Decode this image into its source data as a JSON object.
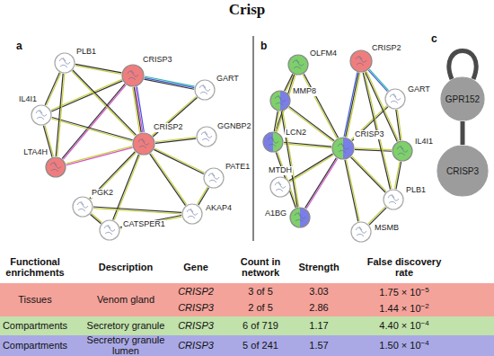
{
  "diagram": {
    "title": "Crisp",
    "nodes": [
      {
        "text": [
          "PLB1"
        ]
      },
      {
        "text": [
          "CRISP3"
        ]
      },
      {
        "text": [
          "GART"
        ]
      },
      {
        "text": [
          "IL4I1"
        ]
      },
      {
        "text": [
          "GGNBP2"
        ]
      },
      {
        "text": [
          "CRISP2"
        ]
      },
      {
        "text": [
          "LTA4H"
        ]
      },
      {
        "text": [
          "PATE1"
        ]
      },
      {
        "text": [
          "PGK2"
        ]
      },
      {
        "text": [
          "AKAP4"
        ]
      },
      {
        "text": [
          "CATSPER1"
        ]
      },
      {
        "text": [
          "OLFM4"
        ]
      },
      {
        "text": [
          "CRISP2"
        ]
      },
      {
        "text": [
          "MMP8"
        ]
      },
      {
        "text": [
          "GART"
        ]
      },
      {
        "text": [
          "LCN2"
        ]
      },
      {
        "text": [
          "CRISP3"
        ]
      },
      {
        "text": [
          "IL4I1"
        ]
      },
      {
        "text": [
          "MTDH"
        ]
      },
      {
        "text": [
          "PLB1"
        ]
      },
      {
        "text": [
          "A1BG"
        ]
      },
      {
        "text": [
          "MSMB"
        ]
      },
      {
        "text": [
          "GPR152"
        ]
      },
      {
        "text": [
          "CRISP3"
        ]
      }
    ],
    "edges": [
      {
        "from": 1,
        "to": 0,
        "arrow": "none"
      },
      {
        "from": 1,
        "to": 3,
        "arrow": "none"
      },
      {
        "from": 1,
        "to": 6,
        "arrow": "none"
      },
      {
        "from": 1,
        "to": 5,
        "arrow": "none"
      },
      {
        "from": 1,
        "to": 2,
        "arrow": "none"
      },
      {
        "from": 5,
        "to": 0,
        "arrow": "none"
      },
      {
        "from": 5,
        "to": 3,
        "arrow": "none"
      },
      {
        "from": 5,
        "to": 6,
        "arrow": "none"
      },
      {
        "from": 5,
        "to": 2,
        "arrow": "none"
      },
      {
        "from": 5,
        "to": 4,
        "arrow": "none"
      },
      {
        "from": 5,
        "to": 7,
        "arrow": "none"
      },
      {
        "from": 5,
        "to": 9,
        "arrow": "none"
      },
      {
        "from": 5,
        "to": 8,
        "arrow": "none"
      },
      {
        "from": 5,
        "to": 10,
        "arrow": "none"
      },
      {
        "from": 9,
        "to": 10,
        "arrow": "none"
      },
      {
        "from": 9,
        "to": 7,
        "arrow": "none"
      },
      {
        "from": 9,
        "to": 8,
        "arrow": "none"
      },
      {
        "from": 8,
        "to": 10,
        "arrow": "none"
      },
      {
        "from": 0,
        "to": 3,
        "arrow": "none"
      },
      {
        "from": 3,
        "to": 6,
        "arrow": "none"
      },
      {
        "from": 0,
        "to": 6,
        "arrow": "none"
      },
      {
        "from": 16,
        "to": 11,
        "arrow": "none"
      },
      {
        "from": 16,
        "to": 12,
        "arrow": "none"
      },
      {
        "from": 16,
        "to": 13,
        "arrow": "none"
      },
      {
        "from": 16,
        "to": 14,
        "arrow": "none"
      },
      {
        "from": 16,
        "to": 15,
        "arrow": "none"
      },
      {
        "from": 16,
        "to": 17,
        "arrow": "none"
      },
      {
        "from": 16,
        "to": 18,
        "arrow": "none"
      },
      {
        "from": 16,
        "to": 19,
        "arrow": "none"
      },
      {
        "from": 16,
        "to": 20,
        "arrow": "none"
      },
      {
        "from": 16,
        "to": 21,
        "arrow": "none"
      },
      {
        "from": 11,
        "to": 13,
        "arrow": "none"
      },
      {
        "from": 11,
        "to": 15,
        "arrow": "none"
      },
      {
        "from": 13,
        "to": 15,
        "arrow": "none"
      },
      {
        "from": 15,
        "to": 20,
        "arrow": "none"
      },
      {
        "from": 13,
        "to": 20,
        "arrow": "none"
      },
      {
        "from": 12,
        "to": 14,
        "arrow": "none"
      },
      {
        "from": 12,
        "to": 17,
        "arrow": "none"
      },
      {
        "from": 12,
        "to": 19,
        "arrow": "none"
      },
      {
        "from": 14,
        "to": 17,
        "arrow": "none"
      },
      {
        "from": 19,
        "to": 17,
        "arrow": "none"
      },
      {
        "from": 21,
        "to": 19,
        "arrow": "none"
      },
      {
        "from": 22,
        "to": 23,
        "arrow": "none"
      }
    ],
    "labels": [
      "a",
      "b",
      "c",
      "Functional enrichments",
      "Description",
      "Gene",
      "Count in network",
      "Strength",
      "False discovery rate",
      "Tissues",
      "Venom gland",
      "CRISP2",
      "3 of 5",
      "3.03",
      "1.75 × 10",
      "−5",
      "CRISP3",
      "2 of 5",
      "2.86",
      "1.44 × 10",
      "−2",
      "Compartments",
      "Secretory granule",
      "CRISP3",
      "6 of 719",
      "1.17",
      "4.40 × 10",
      "−4",
      "Compartments",
      "Secretory granule lumen",
      "CRISP3",
      "5 of 241",
      "1.57",
      "1.50 × 10",
      "−4"
    ]
  }
}
